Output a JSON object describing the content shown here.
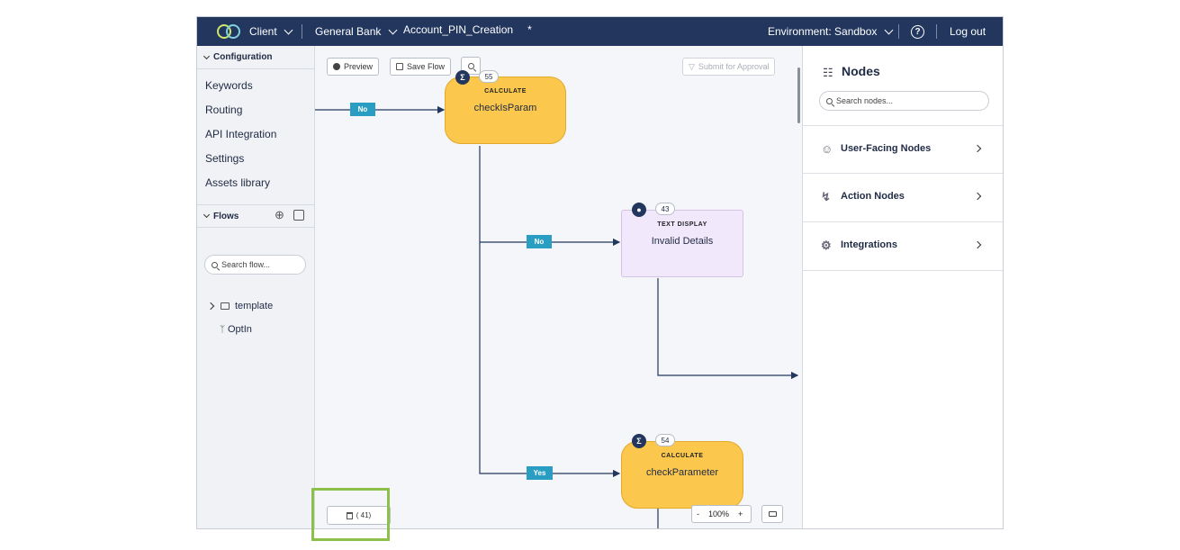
{
  "topbar": {
    "client": "Client",
    "bank": "General Bank",
    "flow_name": "Account_PIN_Creation",
    "unsaved_marker": "*",
    "environment": "Environment: Sandbox",
    "help": "?",
    "logout": "Log out"
  },
  "sidebar": {
    "configuration_header": "Configuration",
    "config_items": [
      "Keywords",
      "Routing",
      "API Integration",
      "Settings",
      "Assets library"
    ],
    "flows_header": "Flows",
    "search_placeholder": "Search flow...",
    "tree": [
      {
        "label": "template",
        "icon": "folder-icon"
      },
      {
        "label": "OptIn",
        "icon": "branch-icon"
      }
    ]
  },
  "toolbar": {
    "preview": "Preview",
    "save_flow": "Save Flow",
    "submit": "Submit for Approval"
  },
  "nodes": [
    {
      "type": "CALCULATE",
      "name": "checkIsParam",
      "count": "55",
      "icon": "sigma-icon"
    },
    {
      "type": "TEXT DISPLAY",
      "name": "Invalid Details",
      "count": "43",
      "icon": "chat-icon"
    },
    {
      "type": "CALCULATE",
      "name": "checkParameter",
      "count": "54",
      "icon": "sigma-icon"
    }
  ],
  "edges": [
    {
      "label": "No"
    },
    {
      "label": "No"
    },
    {
      "label": "Yes"
    }
  ],
  "trash": {
    "label": "( 41)"
  },
  "zoom": {
    "minus": "-",
    "level": "100%",
    "plus": "+"
  },
  "right_panel": {
    "title": "Nodes",
    "search_placeholder": "Search nodes...",
    "categories": [
      {
        "label": "User-Facing Nodes",
        "icon": "users-icon"
      },
      {
        "label": "Action Nodes",
        "icon": "lightning-icon"
      },
      {
        "label": "Integrations",
        "icon": "gear-icon"
      }
    ]
  },
  "colors": {
    "topbar": "#22365e",
    "calculate_node": "#fbc74c",
    "text_node": "#f2e8fb",
    "edge_label": "#2a9ec2",
    "highlight": "#8dc04a"
  }
}
